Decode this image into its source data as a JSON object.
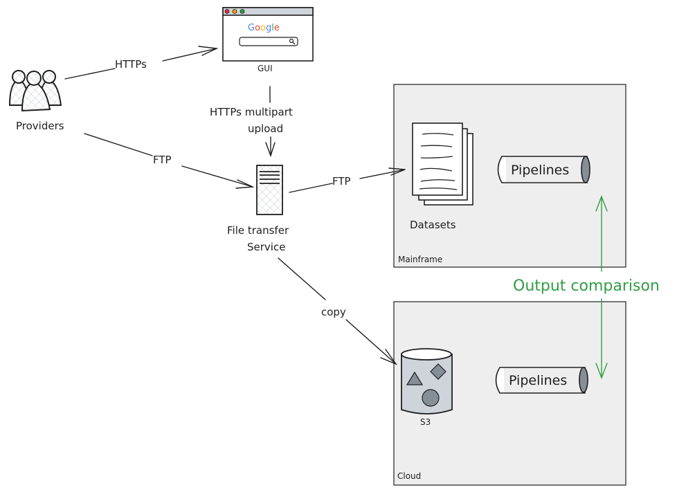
{
  "diagram": {
    "nodes": {
      "providers": {
        "label": "Providers",
        "icon": "users-group-icon"
      },
      "gui": {
        "label": "GUI",
        "icon": "browser-window-icon",
        "logo_text": "Google",
        "logo_colors": [
          "#4285f4",
          "#ea4335",
          "#fbbc05",
          "#4285f4",
          "#34a853",
          "#ea4335"
        ],
        "window_dots": [
          "#e03131",
          "#f59f00",
          "#2f9e44"
        ]
      },
      "file_transfer": {
        "label_line1": "File transfer",
        "label_line2": "Service",
        "icon": "server-icon"
      },
      "datasets": {
        "label": "Datasets",
        "icon": "documents-stack-icon"
      },
      "s3": {
        "label": "S3",
        "icon": "bucket-icon"
      },
      "pipelines_mainframe": {
        "label": "Pipelines",
        "icon": "pipe-cylinder-icon"
      },
      "pipelines_cloud": {
        "label": "Pipelines",
        "icon": "pipe-cylinder-icon"
      }
    },
    "groups": {
      "mainframe": {
        "label": "Mainframe"
      },
      "cloud": {
        "label": "Cloud"
      }
    },
    "edges": {
      "providers_to_gui": {
        "label": "HTTPs"
      },
      "providers_to_fts": {
        "label": "FTP"
      },
      "gui_to_fts": {
        "label_line1": "HTTPs multipart",
        "label_line2": "upload"
      },
      "fts_to_datasets": {
        "label": "FTP"
      },
      "fts_to_s3": {
        "label": "copy"
      },
      "comparison": {
        "label": "Output comparison",
        "color": "#2f9e44"
      }
    },
    "colors": {
      "stroke": "#1e1e1e",
      "group_fill": "#eeeeee",
      "node_fill": "#ced4da",
      "dark_fill": "#868e96",
      "accent_green": "#2f9e44"
    }
  }
}
